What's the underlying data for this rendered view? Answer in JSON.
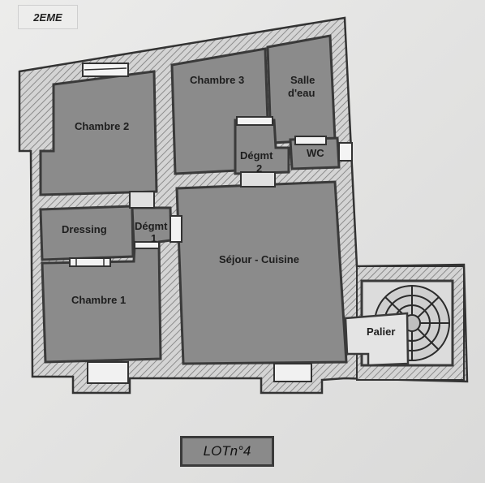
{
  "floor": "2EME",
  "lot": "LOTn°4",
  "rooms": {
    "chambre2": "Chambre 2",
    "chambre3": "Chambre 3",
    "salle_line1": "Salle",
    "salle_line2": "d'eau",
    "degmt2_line1": "Dégmt",
    "degmt2_line2": "2",
    "wc": "WC",
    "dressing": "Dressing",
    "degmt1_line1": "Dégmt",
    "degmt1_line2": "1",
    "sejour": "Séjour - Cuisine",
    "chambre1": "Chambre 1",
    "palier": "Palier"
  }
}
